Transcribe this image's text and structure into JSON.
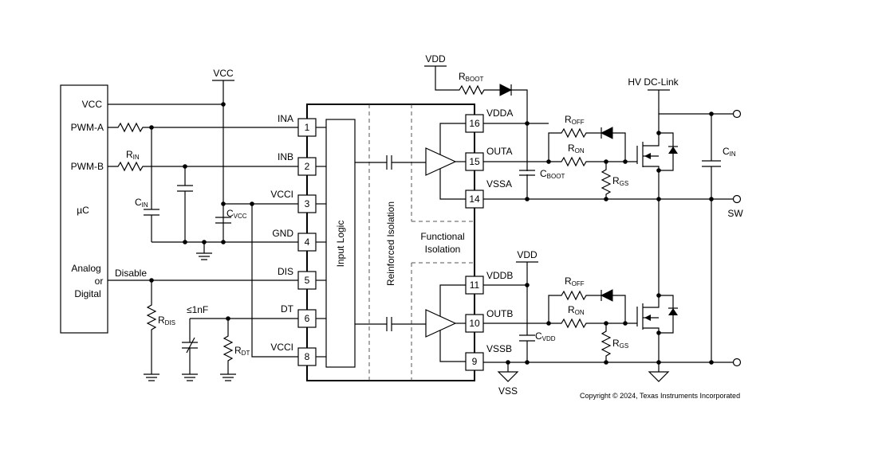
{
  "mcu": {
    "vcc": "VCC",
    "pwm_a": "PWM-A",
    "pwm_b": "PWM-B",
    "uc": "µC",
    "analog": "Analog",
    "or": "or",
    "digital": "Digital"
  },
  "labels": {
    "vcc_rail": "VCC",
    "disable": "Disable",
    "vdd_top": "VDD",
    "vdd_mid": "VDD",
    "hv_dclink": "HV DC-Link",
    "sw": "SW",
    "vss": "VSS",
    "cap_1nf": "≤1nF",
    "copyright": "Copyright © 2024, Texas Instruments Incorporated"
  },
  "components": {
    "rin": {
      "main": "R",
      "sub": "IN"
    },
    "cin_left": {
      "main": "C",
      "sub": "IN"
    },
    "cvcc": {
      "main": "C",
      "sub": "VCC"
    },
    "rdis": {
      "main": "R",
      "sub": "DIS"
    },
    "rdt": {
      "main": "R",
      "sub": "DT"
    },
    "rboot": {
      "main": "R",
      "sub": "BOOT"
    },
    "cboot": {
      "main": "C",
      "sub": "BOOT"
    },
    "roff_a": {
      "main": "R",
      "sub": "OFF"
    },
    "ron_a": {
      "main": "R",
      "sub": "ON"
    },
    "rgs_a": {
      "main": "R",
      "sub": "GS"
    },
    "roff_b": {
      "main": "R",
      "sub": "OFF"
    },
    "ron_b": {
      "main": "R",
      "sub": "ON"
    },
    "rgs_b": {
      "main": "R",
      "sub": "GS"
    },
    "cvdd": {
      "main": "C",
      "sub": "VDD"
    },
    "cin_right": {
      "main": "C",
      "sub": "IN"
    }
  },
  "ic": {
    "input_logic": "Input Logic",
    "reinforced": "Reinforced Isolation",
    "functional_1": "Functional",
    "functional_2": "Isolation",
    "left_pins": [
      {
        "num": "1",
        "name": "INA"
      },
      {
        "num": "2",
        "name": "INB"
      },
      {
        "num": "3",
        "name": "VCCI"
      },
      {
        "num": "4",
        "name": "GND"
      },
      {
        "num": "5",
        "name": "DIS"
      },
      {
        "num": "6",
        "name": "DT"
      },
      {
        "num": "8",
        "name": "VCCI"
      }
    ],
    "right_pins": [
      {
        "num": "16",
        "name": "VDDA"
      },
      {
        "num": "15",
        "name": "OUTA"
      },
      {
        "num": "14",
        "name": "VSSA"
      },
      {
        "num": "11",
        "name": "VDDB"
      },
      {
        "num": "10",
        "name": "OUTB"
      },
      {
        "num": "9",
        "name": "VSSB"
      }
    ]
  }
}
